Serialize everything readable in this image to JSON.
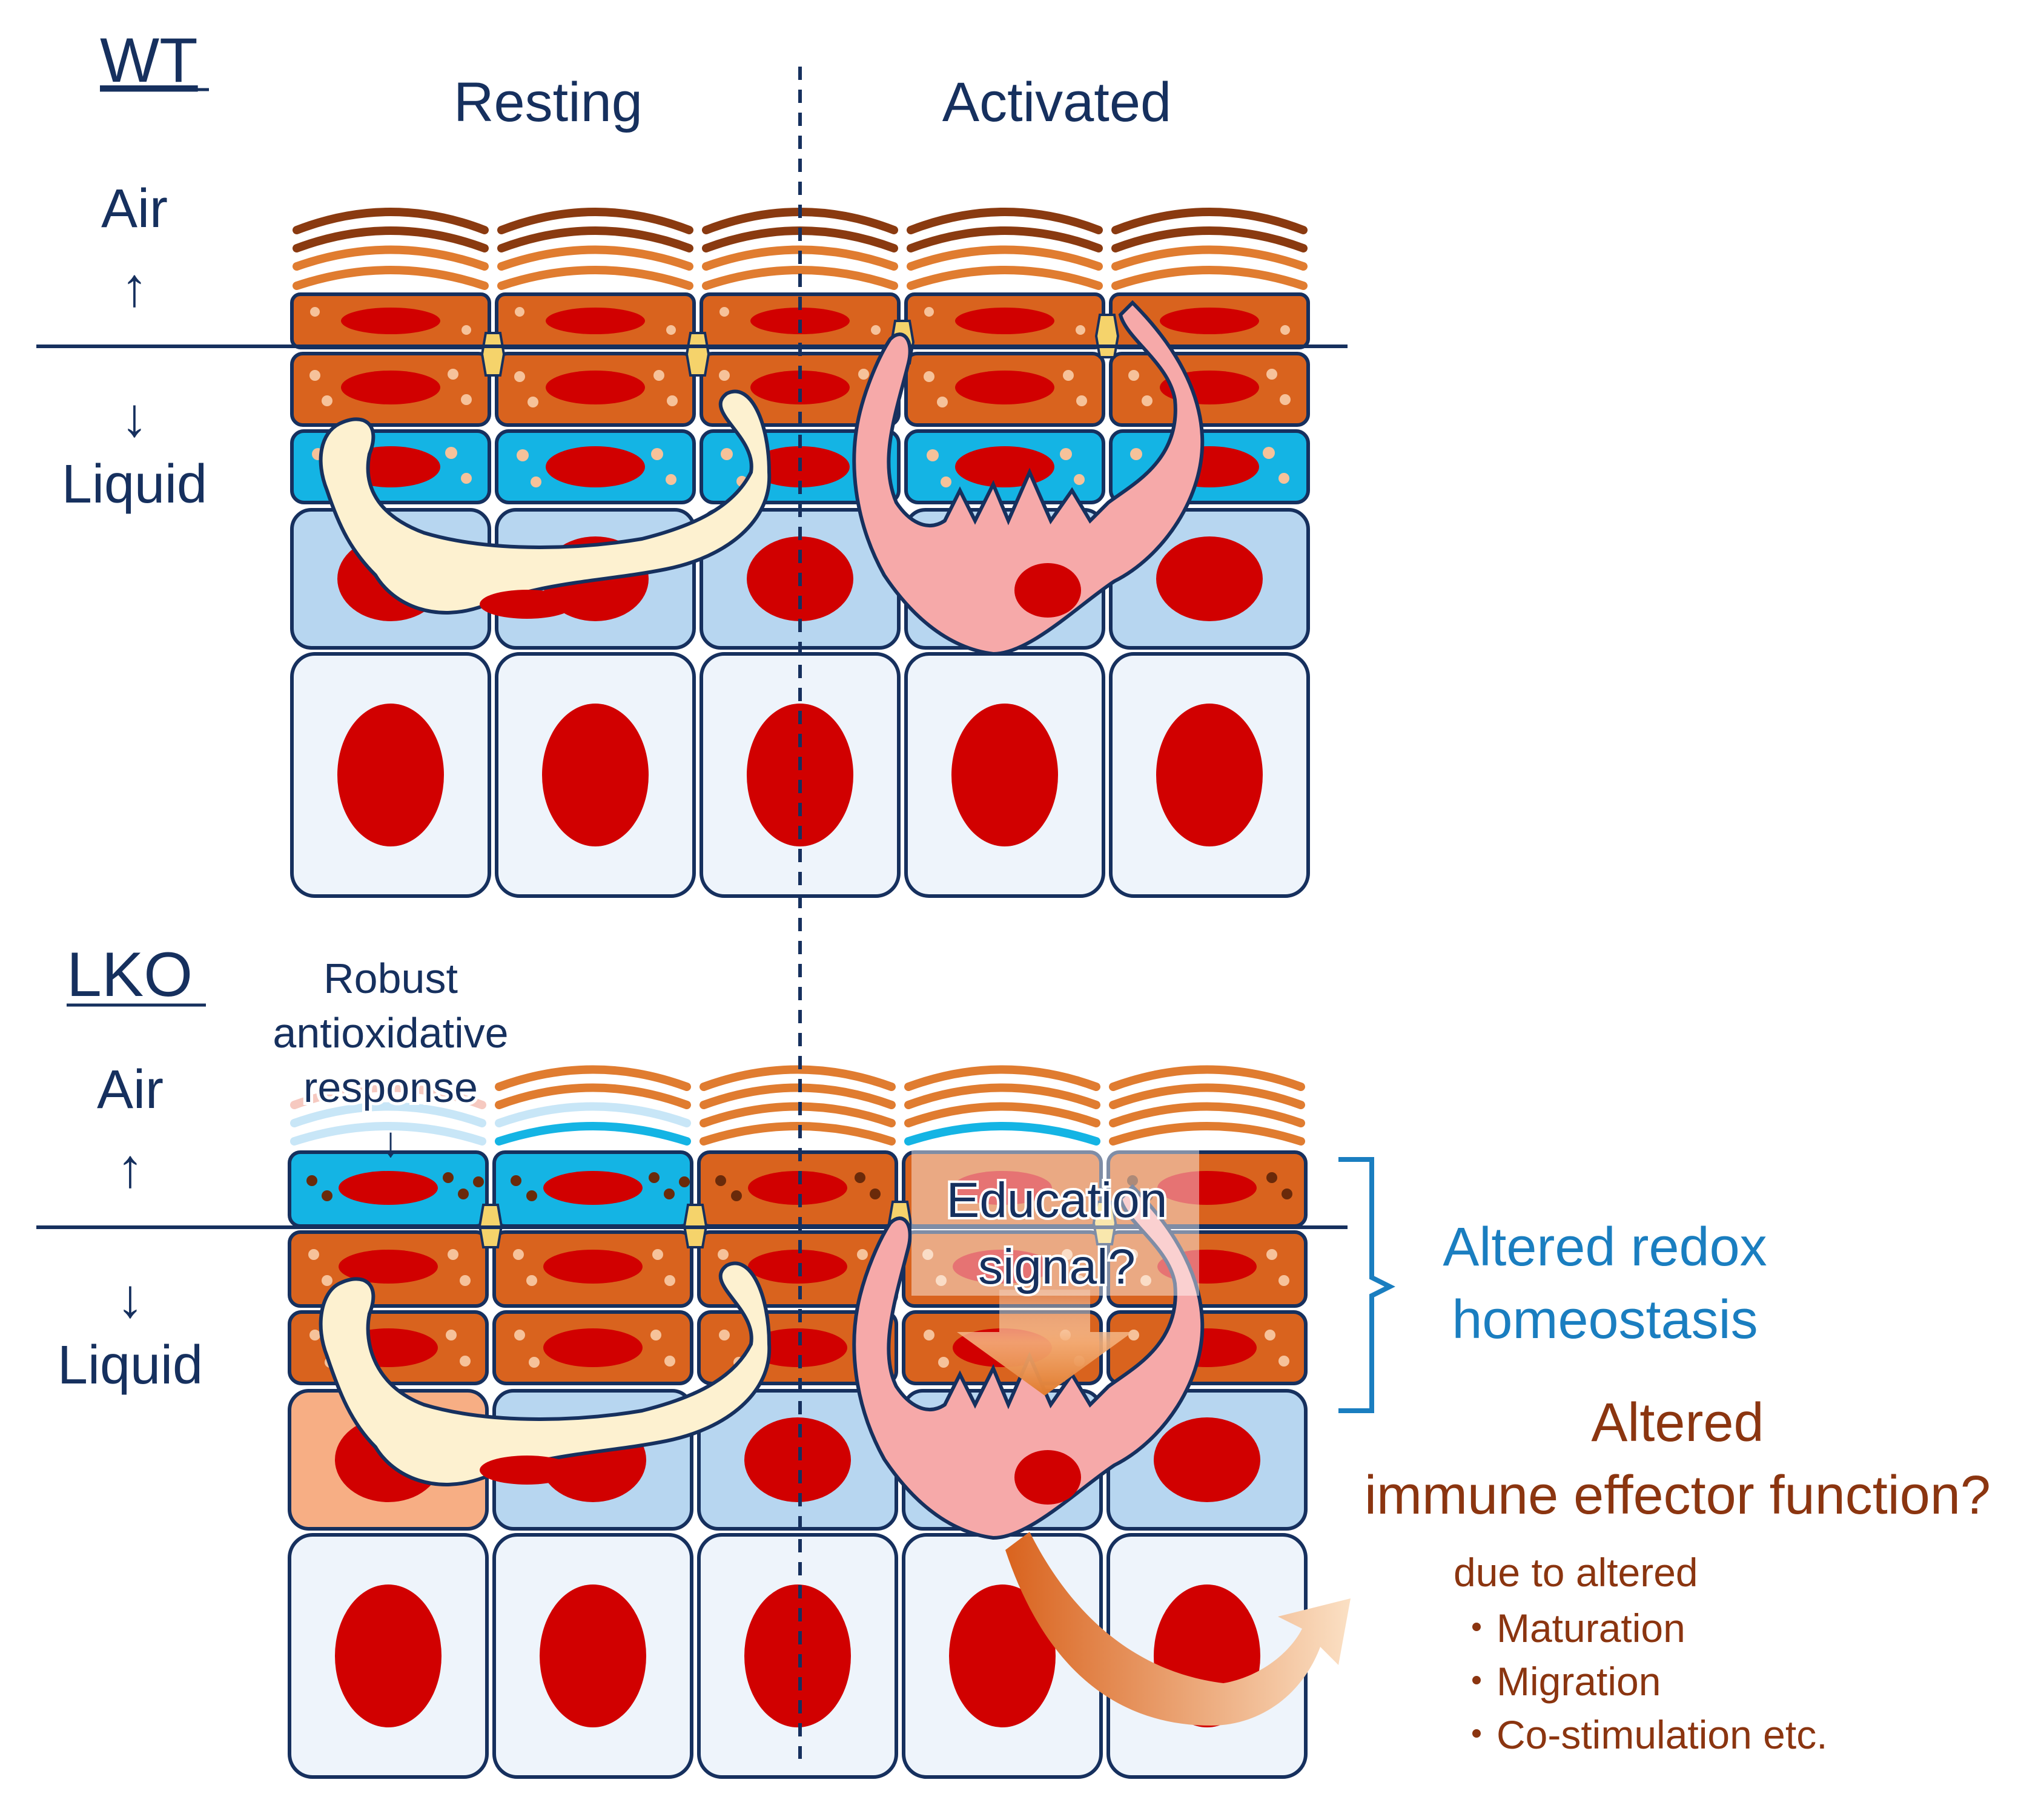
{
  "wt": {
    "genotype": "WT",
    "col_resting": "Resting",
    "col_activated": "Activated",
    "air": "Air",
    "up_arrow": "↑",
    "down_arrow": "↓",
    "liquid": "Liquid"
  },
  "lko": {
    "genotype": "LKO",
    "air": "Air",
    "up_arrow": "↑",
    "down_arrow": "↓",
    "liquid": "Liquid",
    "antiox_line1": "Robust",
    "antiox_line2": "antioxidative",
    "antiox_line3": "response",
    "antiox_arrow": "↓",
    "education_line1": "Education",
    "education_line2": "signal?"
  },
  "right_panel": {
    "redox_line1": "Altered redox",
    "redox_line2": "homeostasis",
    "immune_line1": "Altered",
    "immune_line2": "immune effector function?",
    "due_to": "due to altered",
    "bullets": [
      "・Maturation",
      "・Migration",
      "・Co-stimulation etc."
    ]
  },
  "colors": {
    "navy": "#16305e",
    "nucleus": "#d10000",
    "cornified_dark": "#8a3a10",
    "cornified_light": "#e07c30",
    "granular": "#d9631e",
    "granular_dots": "#f6c29a",
    "spinous_blue": "#14b4e4",
    "basal_blue": "#b7d6f0",
    "stem_cell": "#eef4fb",
    "junction": "#f5d36b",
    "resting_lc": "#fdf1d0",
    "activated_lc": "#f6a9a9",
    "redox_blue": "#1a7ec0",
    "immune_brown": "#8b3510",
    "lko_basal_orange": "#f7ae84"
  }
}
